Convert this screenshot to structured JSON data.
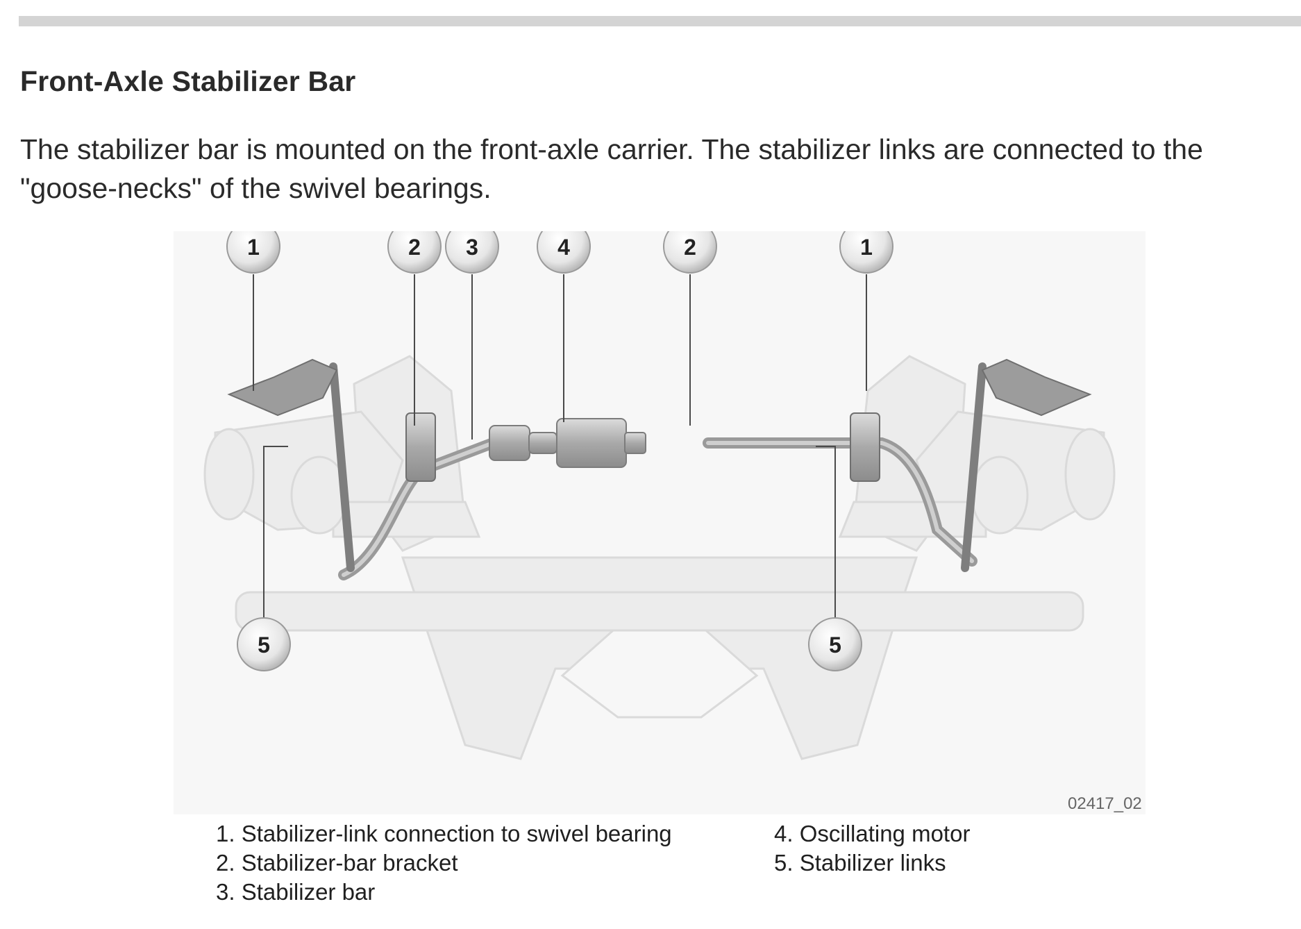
{
  "header": {
    "title": "Front-Axle Stabilizer Bar"
  },
  "intro": {
    "text": "The stabilizer bar is mounted on the front-axle carrier. The stabilizer links are connected to the \"goose-necks\" of the swivel bearings."
  },
  "figure": {
    "id": "02417_02",
    "callouts": [
      "1",
      "2",
      "3",
      "4",
      "2",
      "1",
      "5",
      "5"
    ]
  },
  "legend": {
    "left": [
      "1. Stabilizer-link connection to swivel bearing",
      "2. Stabilizer-bar bracket",
      "3. Stabilizer bar"
    ],
    "right": [
      "4. Oscillating motor",
      "5. Stabilizer links"
    ]
  }
}
